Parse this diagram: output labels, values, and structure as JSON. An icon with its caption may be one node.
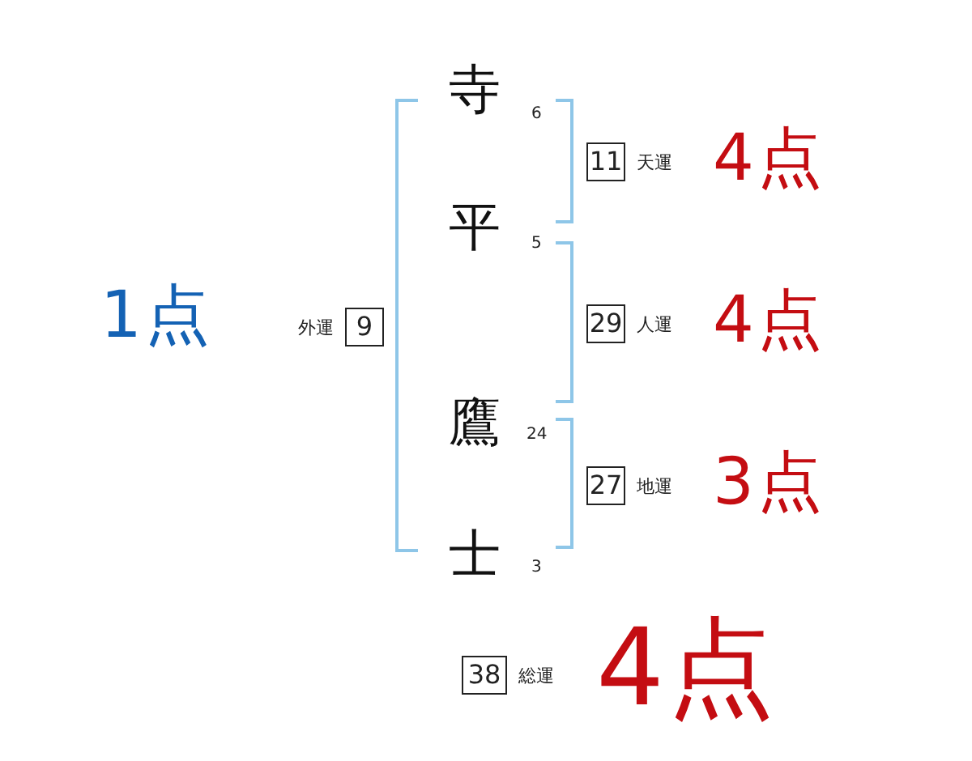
{
  "diagram": {
    "nodes": [
      {
        "text": [
          "11"
        ],
        "beside": [
          "天運"
        ]
      },
      {
        "text": [
          "9"
        ],
        "beside": [
          "外運"
        ]
      },
      {
        "text": [
          "29"
        ],
        "beside": [
          "人運"
        ]
      },
      {
        "text": [
          "27"
        ],
        "beside": [
          "地運"
        ]
      },
      {
        "text": [
          "38"
        ],
        "beside": [
          "総運"
        ]
      }
    ],
    "labels": [
      "寺",
      "6",
      "4点",
      "平",
      "5",
      "1点",
      "4点",
      "鷹",
      "24",
      "3点",
      "士",
      "3",
      "4点"
    ]
  }
}
